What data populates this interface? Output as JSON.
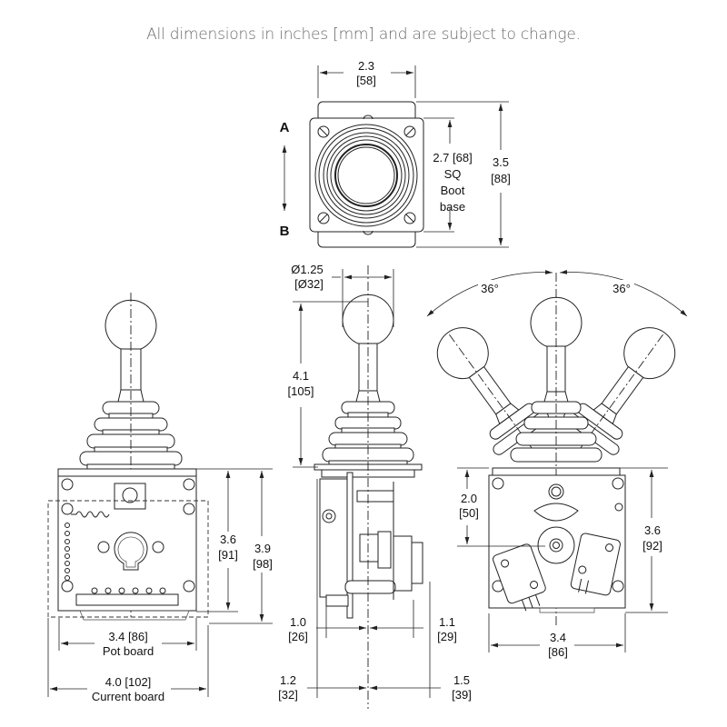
{
  "caption": "All dimensions in inches [mm] and are subject to change.",
  "top_view": {
    "width_in": "2.3",
    "width_mm": "[58]",
    "boot_base_line1": "2.7 [68]",
    "boot_base_line2": "SQ",
    "boot_base_line3": "Boot",
    "boot_base_line4": "base",
    "height_in": "3.5",
    "height_mm": "[88]",
    "axis_a": "A",
    "axis_b": "B"
  },
  "side_view": {
    "knob_dia_in": "Ø1.25",
    "knob_dia_mm": "[Ø32]",
    "height_in": "4.1",
    "height_mm": "[105]",
    "left_depth_in": "1.0",
    "left_depth_mm": "[26]",
    "right_depth_in": "1.1",
    "right_depth_mm": "[29]",
    "left_total_in": "1.2",
    "left_total_mm": "[32]",
    "right_total_in": "1.5",
    "right_total_mm": "[39]"
  },
  "front_view_pot": {
    "inner_height_in": "3.6",
    "inner_height_mm": "[91]",
    "outer_height_in": "3.9",
    "outer_height_mm": "[98]",
    "pot_board_width": "3.4 [86]",
    "pot_board_label": "Pot board",
    "current_board_width": "4.0 [102]",
    "current_board_label": "Current board"
  },
  "front_view_switch": {
    "angle_left": "36°",
    "angle_right": "36°",
    "pivot_height_in": "2.0",
    "pivot_height_mm": "[50]",
    "height_in": "3.6",
    "height_mm": "[92]",
    "width_in": "3.4",
    "width_mm": "[86]"
  }
}
